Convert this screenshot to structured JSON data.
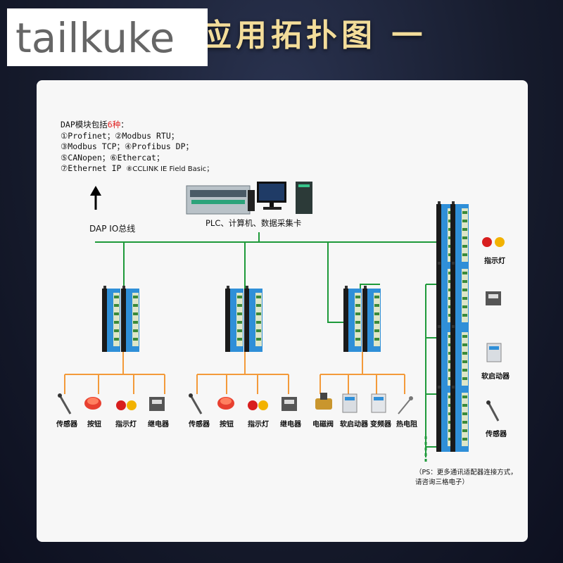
{
  "header": {
    "title": "应用拓扑图 一",
    "watermark": "tailkuke"
  },
  "dap_box": {
    "heading_prefix": "DAP模块包括",
    "heading_count": "6种",
    "heading_suffix": "：",
    "line1": "①Profinet；②Modbus RTU；",
    "line2": "③Modbus TCP；④Profibus DP；",
    "line3": "⑤CANopen；⑥Ethercat；",
    "line4_main": "⑦Ethernet IP",
    "line4_extra": "⑧CCLINK IE Field Basic；"
  },
  "bus": {
    "label": "DAP IO总线",
    "plc_label": "PLC、计算机、数据采集卡"
  },
  "groups": [
    {
      "devices": [
        "传感器",
        "按钮",
        "指示灯",
        "继电器"
      ]
    },
    {
      "devices": [
        "传感器",
        "按钮",
        "指示灯",
        "继电器"
      ]
    },
    {
      "devices": [
        "电磁阀",
        "软启动器",
        "变频器",
        "热电阻"
      ]
    }
  ],
  "right_column": {
    "devices": [
      "指示灯",
      "",
      "软启动器",
      "传感器"
    ]
  },
  "note": {
    "line1": "（PS：更多通讯适配器连接方式，",
    "line2": "请咨询三格电子）"
  },
  "colors": {
    "bus_green": "#1e9a3a",
    "branch_orange": "#f39a3a",
    "module_blue": "#2f8fd8",
    "title_gold": "#f3dd9a"
  }
}
